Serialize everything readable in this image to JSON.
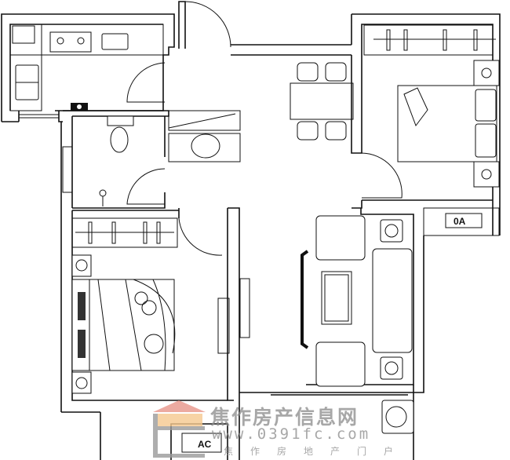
{
  "plan": {
    "labels": {
      "ac_unit_bottom": "AC",
      "ac_unit_right": "0A"
    },
    "watermark": {
      "title": "焦作房产信息网",
      "url": "www.0391fc.com",
      "slogan": "焦作房地产门户",
      "logo_colors": {
        "roof": "#e8958a",
        "band": "#f6c98f",
        "body": "#9a9a9a"
      }
    },
    "colors": {
      "line": "#111111",
      "background": "#ffffff"
    }
  }
}
